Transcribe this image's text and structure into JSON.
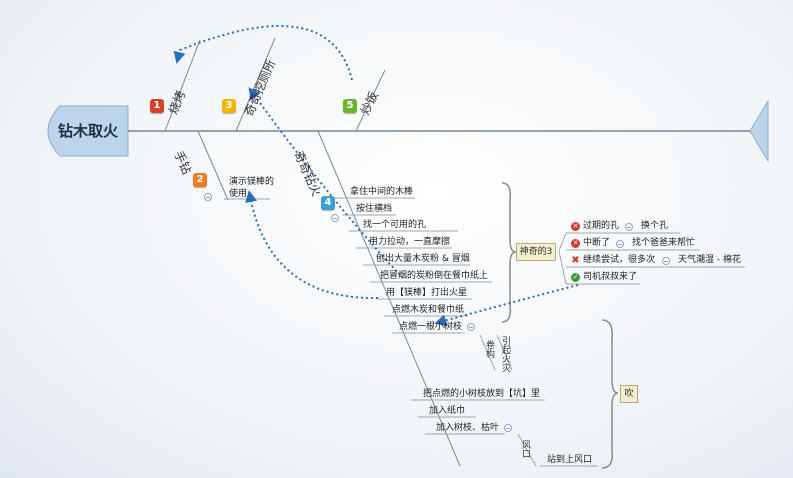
{
  "diagram": {
    "head_title": "钻木取火",
    "bones": [
      {
        "id": "1",
        "label": "烧烤",
        "color": "#d9402c"
      },
      {
        "id": "2",
        "label": "手钻",
        "color": "#ef7d20"
      },
      {
        "id": "3",
        "label": "奇奇挖厕所",
        "color": "#f2b600"
      },
      {
        "id": "4",
        "label": "奇奇钻火",
        "color": "#3d9fd0"
      },
      {
        "id": "5",
        "label": "炒饭",
        "color": "#6ab42c"
      }
    ],
    "hand_drill_note": "演示镁棒的使用",
    "steps": [
      "拿住中间的木棒",
      "按住横档",
      "找一个可用的孔",
      "用力拉动，一直摩擦",
      "刨出大量木炭粉 & 冒烟",
      "把冒烟的炭粉倒在餐巾纸上",
      "用【镁棒】打出火星",
      "点燃木炭和餐巾纸",
      "点燃一根小树枝"
    ],
    "group_magic": "神奇的3",
    "magic_items": [
      {
        "icon": "x-circle",
        "text": "过期的孔",
        "extra": "换个孔"
      },
      {
        "icon": "x-circle",
        "text": "中断了",
        "extra": "找个爸爸来帮忙"
      },
      {
        "icon": "x-mark",
        "text": "继续尝试，很多次",
        "extra": "天气潮湿 - 棉花"
      },
      {
        "icon": "check",
        "text": "司机叔叔来了",
        "extra": ""
      }
    ],
    "side_labels": [
      "卷构",
      "引起火灾"
    ],
    "steps_b": [
      "把点燃的小树枝放到【坑】里",
      "加入纸巾",
      "加入树枝、枯叶"
    ],
    "side_label_b": "风口",
    "last_step": "站到上风口",
    "group_blow": "吹"
  }
}
